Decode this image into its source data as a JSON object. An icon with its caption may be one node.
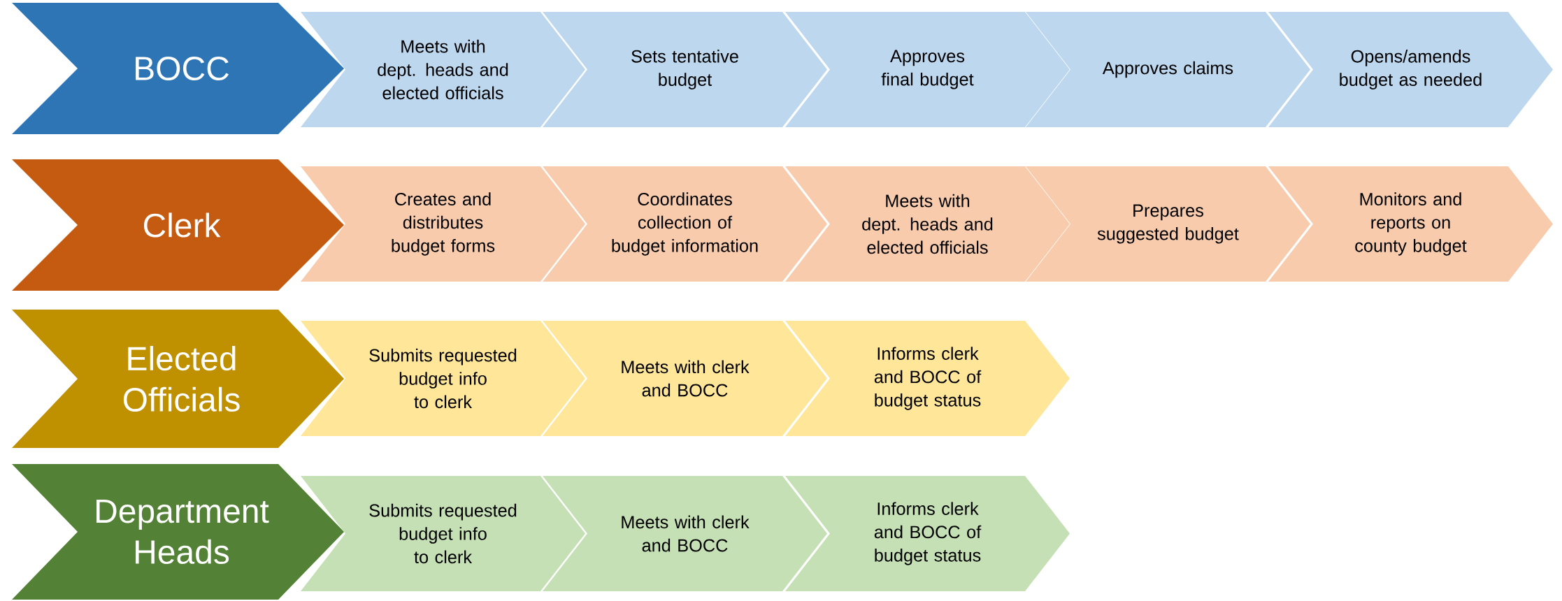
{
  "diagram": {
    "nodes": [
      {
        "text": [
          "BOCC"
        ]
      },
      {
        "text": [
          "Meets with dept. heads and elected officials"
        ]
      },
      {
        "text": [
          "Sets tentative budget"
        ]
      },
      {
        "text": [
          "Approves final budget"
        ]
      },
      {
        "text": [
          "Approves claims"
        ]
      },
      {
        "text": [
          "Opens/amends budget as needed"
        ]
      },
      {
        "text": [
          "Clerk"
        ]
      },
      {
        "text": [
          "Creates and distributes budget forms"
        ]
      },
      {
        "text": [
          "Coordinates collection of budget information"
        ]
      },
      {
        "text": [
          "Meets with dept. heads and elected officials"
        ]
      },
      {
        "text": [
          "Prepares suggested budget"
        ]
      },
      {
        "text": [
          "Monitors and reports on county budget"
        ]
      },
      {
        "text": [
          "Elected Officials"
        ]
      },
      {
        "text": [
          "Submits requested budget info to clerk"
        ]
      },
      {
        "text": [
          "Meets with clerk and BOCC"
        ]
      },
      {
        "text": [
          "Informs clerk and BOCC of budget status"
        ]
      },
      {
        "text": [
          "Department Heads"
        ]
      },
      {
        "text": [
          "Submits requested budget info to clerk"
        ]
      },
      {
        "text": [
          "Meets with clerk and BOCC"
        ]
      },
      {
        "text": [
          "Informs clerk and BOCC of budget status"
        ]
      }
    ]
  }
}
